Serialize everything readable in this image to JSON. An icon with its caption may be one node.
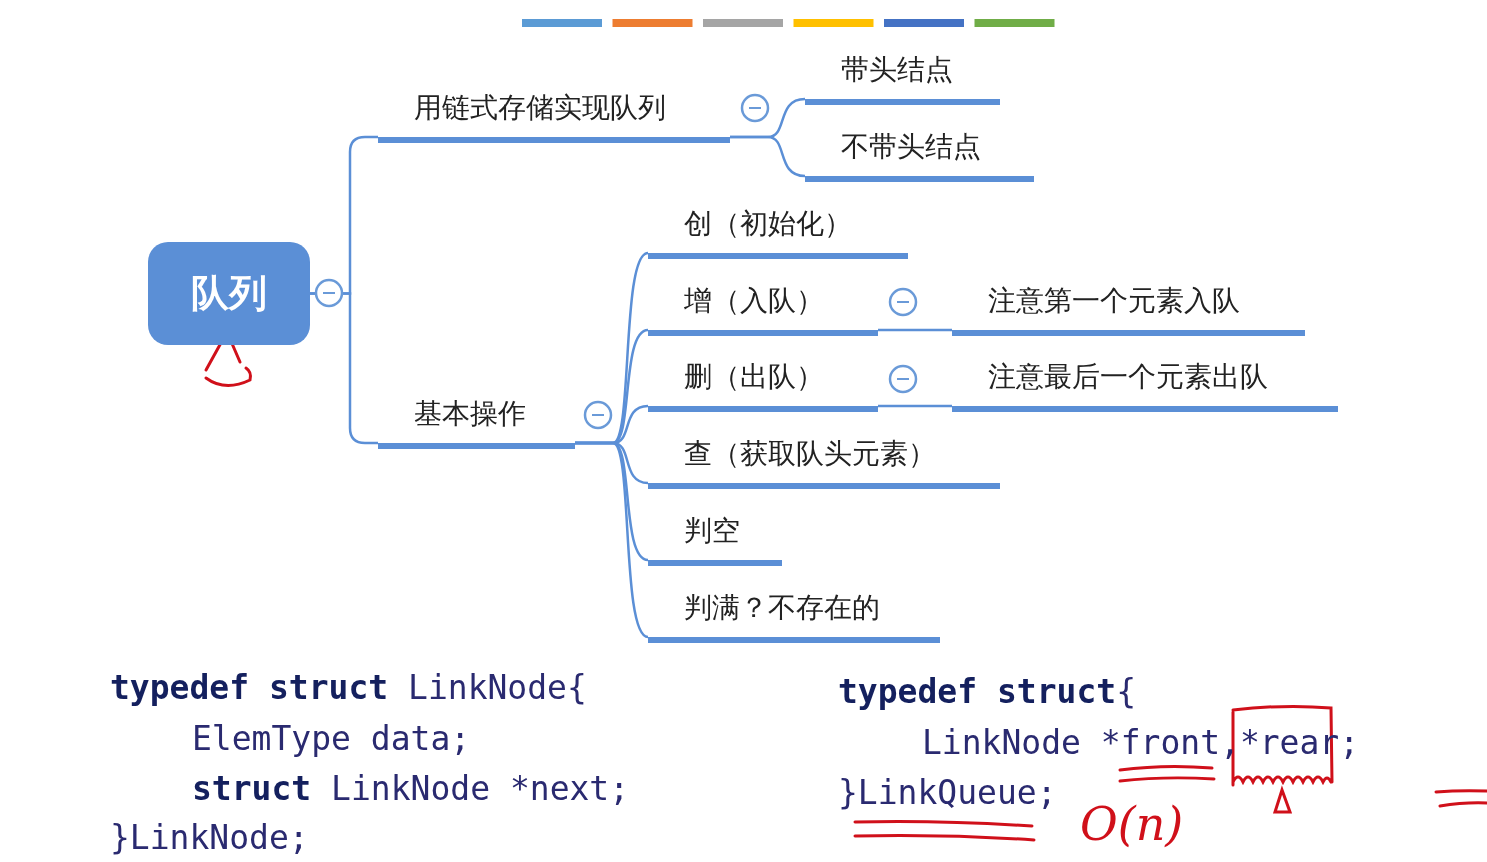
{
  "diagram": {
    "nodes": [
      {
        "text": [
          "队列"
        ]
      },
      {
        "text": [
          "用链式存储实现队列"
        ]
      },
      {
        "text": [
          "带头结点"
        ]
      },
      {
        "text": [
          "不带头结点"
        ]
      },
      {
        "text": [
          "基本操作"
        ]
      },
      {
        "text": [
          "创（初始化）"
        ]
      },
      {
        "text": [
          "增（入队）"
        ]
      },
      {
        "text": [
          "注意第一个元素入队"
        ]
      },
      {
        "text": [
          "删（出队）"
        ]
      },
      {
        "text": [
          "注意最后一个元素出队"
        ]
      },
      {
        "text": [
          "查（获取队头元素）"
        ]
      },
      {
        "text": [
          "判空"
        ]
      },
      {
        "text": [
          "判满？不存在的"
        ]
      }
    ],
    "edges": [
      {
        "from": 0,
        "to": 1,
        "arrow": "none"
      },
      {
        "from": 0,
        "to": 4,
        "arrow": "none"
      },
      {
        "from": 1,
        "to": 2,
        "arrow": "none"
      },
      {
        "from": 1,
        "to": 3,
        "arrow": "none"
      },
      {
        "from": 4,
        "to": 5,
        "arrow": "none"
      },
      {
        "from": 4,
        "to": 6,
        "arrow": "none"
      },
      {
        "from": 4,
        "to": 8,
        "arrow": "none"
      },
      {
        "from": 4,
        "to": 10,
        "arrow": "none"
      },
      {
        "from": 4,
        "to": 11,
        "arrow": "none"
      },
      {
        "from": 4,
        "to": 12,
        "arrow": "none"
      },
      {
        "from": 6,
        "to": 7,
        "arrow": "none"
      },
      {
        "from": 8,
        "to": 9,
        "arrow": "none"
      }
    ],
    "labels": [
      "**typedef struct** LinkNode{",
      "ElemType data;",
      "**struct** LinkNode *next;",
      "}LinkNode;",
      "**typedef struct**{",
      "LinkNode *front,*rear;",
      "}LinkQueue;",
      "O(n)"
    ]
  }
}
